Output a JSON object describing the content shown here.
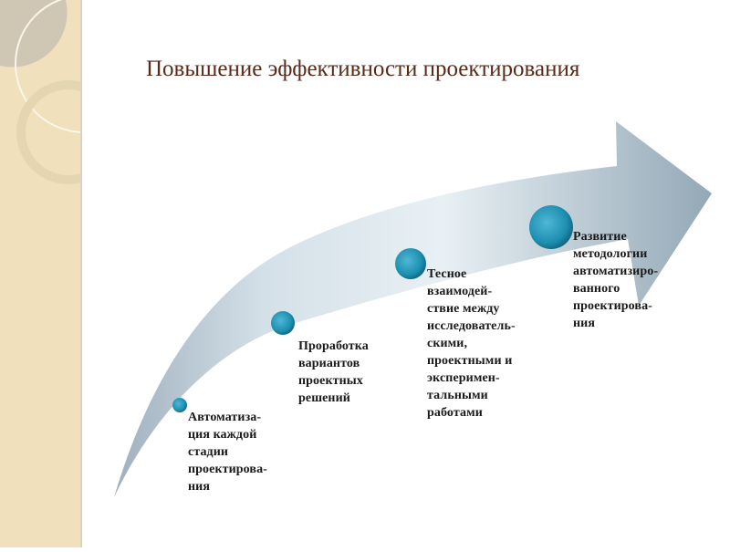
{
  "slide": {
    "title": "Повышение эффективности проектирования",
    "steps": [
      {
        "text": "Автоматиза-\nция каждой\nстадии\nпроектирова-\nния"
      },
      {
        "text": "Проработка\nвариантов\nпроектных\nрешений"
      },
      {
        "text": "Тесное\nвзаимодей-\nствие между\nисследователь-\nскими,\nпроектными и\nэксперимен-\nтальными\nработами"
      },
      {
        "text": "Развитие\nметодологии\nавтоматизиро-\nванного\nпроектирова-\nния"
      }
    ],
    "colors": {
      "sphere": "#1e8fb0",
      "title": "#5a2a18",
      "sidebar": "#f0e0bc"
    }
  }
}
